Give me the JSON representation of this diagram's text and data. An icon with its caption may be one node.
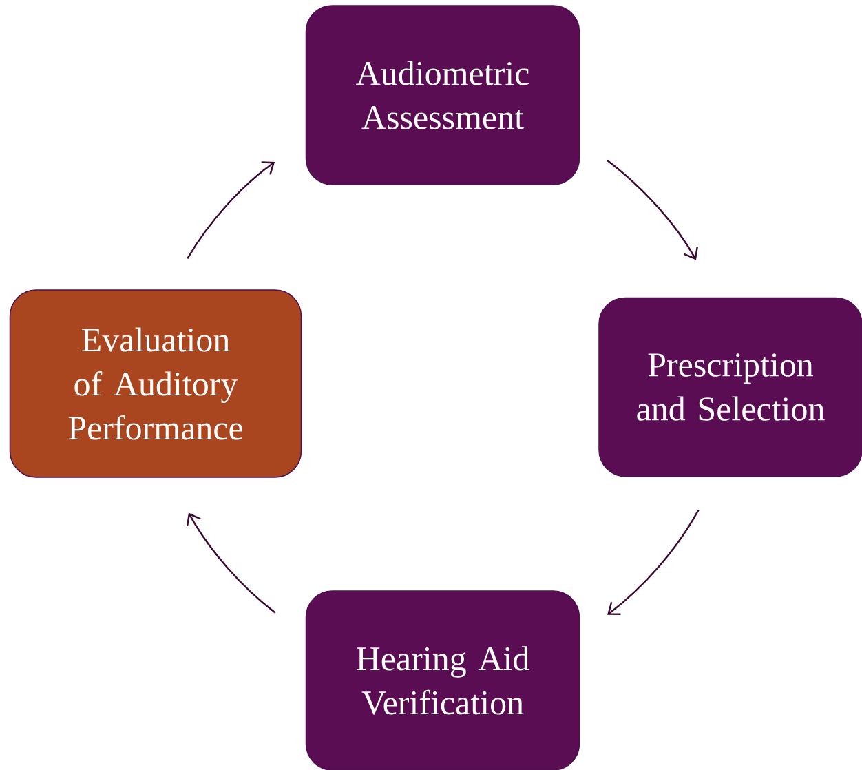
{
  "diagram": {
    "nodes": [
      {
        "text": [
          "Audiometric Assessment"
        ]
      },
      {
        "text": [
          "Prescription and Selection"
        ]
      },
      {
        "text": [
          "Hearing Aid Verification"
        ]
      },
      {
        "text": [
          "Evaluation of Auditory Performance"
        ]
      }
    ],
    "edges": [
      {
        "from": 0,
        "to": 1,
        "arrow": "to"
      },
      {
        "from": 1,
        "to": 2,
        "arrow": "to"
      },
      {
        "from": 2,
        "to": 3,
        "arrow": "to"
      },
      {
        "from": 3,
        "to": 0,
        "arrow": "to"
      }
    ]
  }
}
